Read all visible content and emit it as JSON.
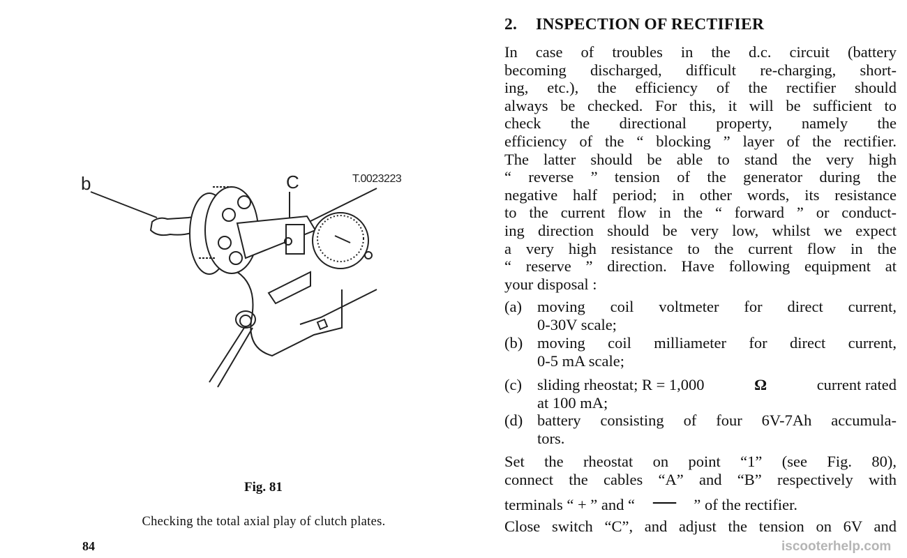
{
  "left_page": {
    "figure": {
      "labels": {
        "b": "b",
        "c": "C",
        "code": "T.0023223"
      },
      "number": "Fig. 81",
      "caption": "Checking the total axial play of clutch plates."
    },
    "page_number": "84"
  },
  "right_page": {
    "heading": {
      "number": "2.",
      "title": "INSPECTION OF RECTIFIER"
    },
    "intro_lines": [
      "In case of troubles in the d.c. circuit (battery",
      "becoming discharged, difficult re-charging, short-",
      "ing, etc.), the efficiency of the rectifier should",
      "always be checked. For this, it will be sufficient to",
      "check the directional property, namely the",
      "efficiency of the “ blocking ” layer of the rectifier.",
      "The latter should be able to stand the very high",
      "“ reverse ” tension of the generator during the",
      "negative half period; in other words, its resistance",
      "to the current flow in the “ forward ” or conduct-",
      "ing direction should be very low, whilst we expect",
      "a very high resistance to the current flow in the",
      "“ reserve ” direction. Have following equipment at",
      "your disposal :"
    ],
    "equipment": [
      {
        "label": "(a)",
        "lines": [
          "moving coil voltmeter for direct current,",
          "0-30V scale;"
        ]
      },
      {
        "label": "(b)",
        "lines": [
          "moving coil milliameter for direct current,",
          "0-5 mA scale;"
        ]
      },
      {
        "label": "(c)",
        "line1_before": "sliding rheostat; R = 1,000",
        "ohm_symbol": "Ω",
        "line1_after": "current rated",
        "line2": "at 100 mA;"
      },
      {
        "label": "(d)",
        "lines": [
          "battery consisting of four 6V-7Ah accumula-",
          "tors."
        ]
      }
    ],
    "instructions": {
      "line1": "Set the rheostat on point “1” (see Fig. 80),",
      "line2": "connect the cables “A” and “B” respectively with",
      "line3_before": "terminals “ + ” and “",
      "minus_symbol": "−",
      "line3_after": "” of the rectifier.",
      "line4": "Close switch “C”, and adjust the tension on 6V and"
    },
    "watermark": "iscooterhelp.com"
  }
}
